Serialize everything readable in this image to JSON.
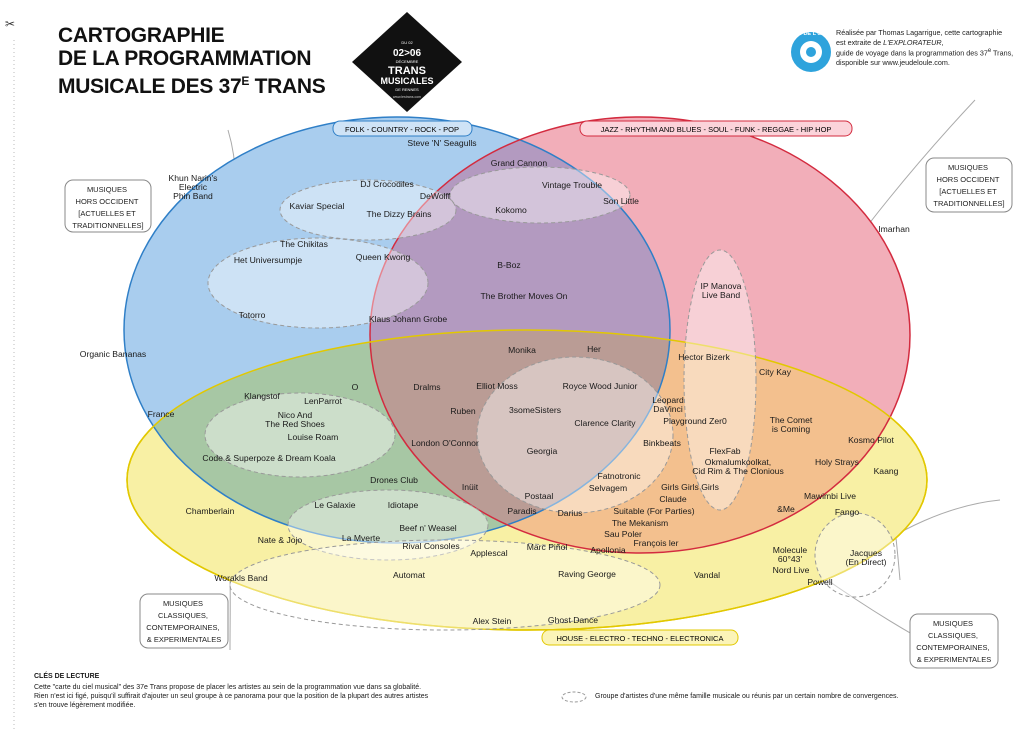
{
  "title_lines": [
    "CARTOGRAPHIE",
    "DE LA PROGRAMMATION",
    "MUSICALE DES 37",
    "E",
    " TRANS"
  ],
  "logo": {
    "line1": "DU 02",
    "dates": "02>06",
    "line2": "DÉCEMBRE",
    "name1": "TRANS",
    "name2": "MUSICALES",
    "city": "DE RENNES",
    "site": "www.lestrans.com"
  },
  "jeu_logo_text": "JEU DE L'OUÏE",
  "credit": {
    "line1": "Réalisée par Thomas Lagarrigue, cette cartographie",
    "line2_a": "est extraite de ",
    "line2_b": "L'EXPLORATEUR",
    "line2_c": ",",
    "line3": "guide de voyage dans la programmation des 37",
    "line3_sup": "e",
    "line3_end": " Trans,",
    "line4": "disponible sur www.jeudeloule.com."
  },
  "genres": {
    "folk": "FOLK - COUNTRY - ROCK - POP",
    "jazz": "JAZZ - RHYTHM AND BLUES - SOUL - FUNK - REGGAE - HIP HOP",
    "house": "HOUSE - ELECTRO - TECHNO - ELECTRONICA"
  },
  "side_boxes": {
    "hors_left": [
      "MUSIQUES",
      "HORS OCCIDENT",
      "[ACTUELLES ET",
      "TRADITIONNELLES]"
    ],
    "hors_right": [
      "MUSIQUES",
      "HORS OCCIDENT",
      "[ACTUELLES ET",
      "TRADITIONNELLES]"
    ],
    "classiques_left": [
      "MUSIQUES",
      "CLASSIQUES,",
      "CONTEMPORAINES,",
      "& EXPERIMENTALES"
    ],
    "classiques_right": [
      "MUSIQUES",
      "CLASSIQUES,",
      "CONTEMPORAINES,",
      "& EXPERIMENTALES"
    ]
  },
  "artists": [
    [
      "Steve 'N' Seagulls"
    ],
    [
      "Grand Cannon"
    ],
    [
      "Khun Narin's",
      "Electric",
      "Phin Band"
    ],
    [
      "DJ Crocodiles"
    ],
    [
      "DeWolff"
    ],
    [
      "Vintage Trouble"
    ],
    [
      "Son Little"
    ],
    [
      "Kaviar Special"
    ],
    [
      "The Dizzy Brains"
    ],
    [
      "Kokomo"
    ],
    [
      "The Chikitas"
    ],
    [
      "Het Universumpje"
    ],
    [
      "Queen Kwong"
    ],
    [
      "B-Boz"
    ],
    [
      "The Brother Moves On"
    ],
    [
      "Totorro"
    ],
    [
      "Klaus Johann Grobe"
    ],
    [
      "IP Manova",
      "Live Band"
    ],
    [
      "Imarhan"
    ],
    [
      "Organic Bananas"
    ],
    [
      "Monika"
    ],
    [
      "Her"
    ],
    [
      "Hector Bizerk"
    ],
    [
      "City Kay"
    ],
    [
      "Klangstof"
    ],
    [
      "O"
    ],
    [
      "Dralms"
    ],
    [
      "Elliot Moss"
    ],
    [
      "Royce Wood Junior"
    ],
    [
      "LenParrot"
    ],
    [
      "France"
    ],
    [
      "Nico And",
      "The Red Shoes"
    ],
    [
      "Ruben"
    ],
    [
      "3someSisters"
    ],
    [
      "Leopard",
      "DaVinci"
    ],
    [
      "Clarence Clarity"
    ],
    [
      "Playground Zer0"
    ],
    [
      "The Comet",
      "is Coming"
    ],
    [
      "Louise Roam"
    ],
    [
      "London O'Connor"
    ],
    [
      "Kosmo Pilot"
    ],
    [
      "Binkbeats"
    ],
    [
      "Georgia"
    ],
    [
      "FlexFab"
    ],
    [
      "Okmalumkoolkat,",
      "Cid Rim & The Clonious"
    ],
    [
      "Code & Superpoze & Dream Koala"
    ],
    [
      "Holy Strays"
    ],
    [
      "Fatnotronic"
    ],
    [
      "Kaang"
    ],
    [
      "Drones Club"
    ],
    [
      "Inüit"
    ],
    [
      "Selvagem"
    ],
    [
      "Girls Girls Girls"
    ],
    [
      "Mawimbi Live"
    ],
    [
      "Postaal"
    ],
    [
      "Claude"
    ],
    [
      "Le Galaxie"
    ],
    [
      "Idiotape"
    ],
    [
      "Chamberlain"
    ],
    [
      "Paradis"
    ],
    [
      "Darius"
    ],
    [
      "Suitable (For Parties)"
    ],
    [
      "&Me"
    ],
    [
      "Fango"
    ],
    [
      "The Mekanism"
    ],
    [
      "Beef n' Weasel"
    ],
    [
      "Sau Poler"
    ],
    [
      "Nate & Jojo"
    ],
    [
      "La Mverte"
    ],
    [
      "François ler"
    ],
    [
      "Rival Consoles"
    ],
    [
      "Jacques",
      "(En Direct)"
    ],
    [
      "Marc Piñol"
    ],
    [
      "Molecule",
      "60°43'"
    ],
    [
      "Applescal"
    ],
    [
      "Apollonia"
    ],
    [
      "Nord Live"
    ],
    [
      "Worakls Band"
    ],
    [
      "Automat"
    ],
    [
      "Raving George"
    ],
    [
      "Vandal"
    ],
    [
      "Powell"
    ],
    [
      "Alex Stein"
    ],
    [
      "Ghost Dance"
    ]
  ],
  "key": {
    "title": "CLÉS DE LECTURE",
    "line1": "Cette \"carte du ciel musical\" des 37e Trans propose de placer les artistes au sein de la programmation vue dans sa globalité.",
    "line2": "Rien n'est ici figé, puisqu'il suffirait d'ajouter un seul groupe à ce panorama pour que la position de la plupart des autres artistes",
    "line3": "s'en trouve légèrement modifiée."
  },
  "legend": "Groupe d'artistes d'une même famille musicale ou réunis par un certain nombre de convergences.",
  "colors": {
    "blue_fill": "#a9cdee",
    "blue_stroke": "#2f7fc7",
    "red_fill": "#f2aeb9",
    "red_stroke": "#d32b3f",
    "yellow_fill": "#f8f0a4",
    "yellow_stroke": "#e2c800",
    "purple_overlap": "#b39ac0",
    "teal_overlap": "#a7c7a4",
    "orange_overlap": "#f3c08e",
    "brown_overlap": "#ba9c95"
  }
}
